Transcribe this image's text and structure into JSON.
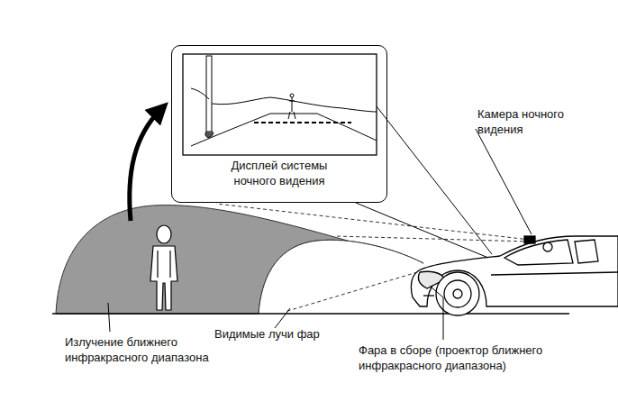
{
  "diagram": {
    "nodes": [
      {
        "text": [
          "Дисплей системы ночного видения"
        ]
      }
    ],
    "labels": [
      "Камера ночного видения",
      "Излучение ближнего инфракрасного диапазона",
      "Видимые лучи фар",
      "Фара в сборе (проектор ближнего инфракрасного диапазона)"
    ]
  }
}
